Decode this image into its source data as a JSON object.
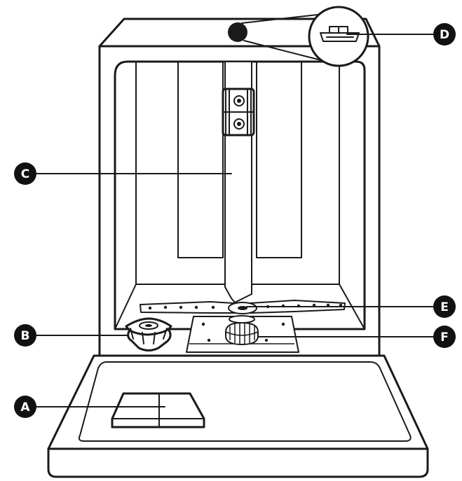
{
  "colors": {
    "line": "#1a1a1a",
    "badge": "#111111",
    "background": "#ffffff"
  },
  "callouts": {
    "a": {
      "label": "A"
    },
    "b": {
      "label": "B"
    },
    "c": {
      "label": "C"
    },
    "d": {
      "label": "D"
    },
    "e": {
      "label": "E"
    },
    "f": {
      "label": "F"
    }
  }
}
